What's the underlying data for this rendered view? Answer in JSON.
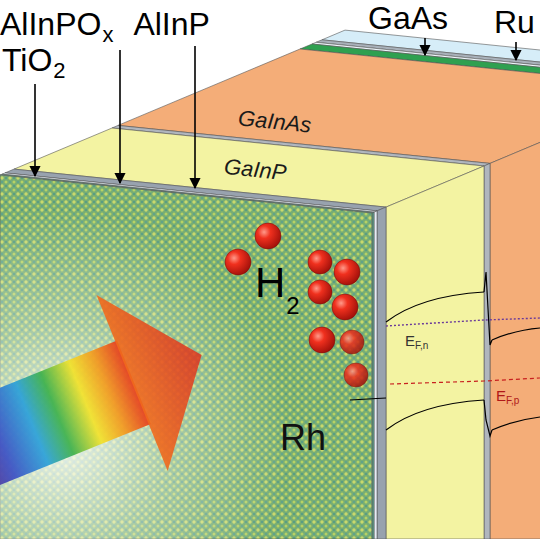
{
  "diagram": {
    "nodes": [
      {
        "text": [
          "GaInAs"
        ]
      },
      {
        "text": [
          "GaInP"
        ]
      }
    ],
    "labels": [
      "AlInPO",
      "x",
      "AlInP",
      "TiO",
      "2",
      "GaAs",
      "Ru",
      "H",
      "2",
      "Rh",
      "E",
      "F,n",
      "E",
      "F,p"
    ]
  }
}
